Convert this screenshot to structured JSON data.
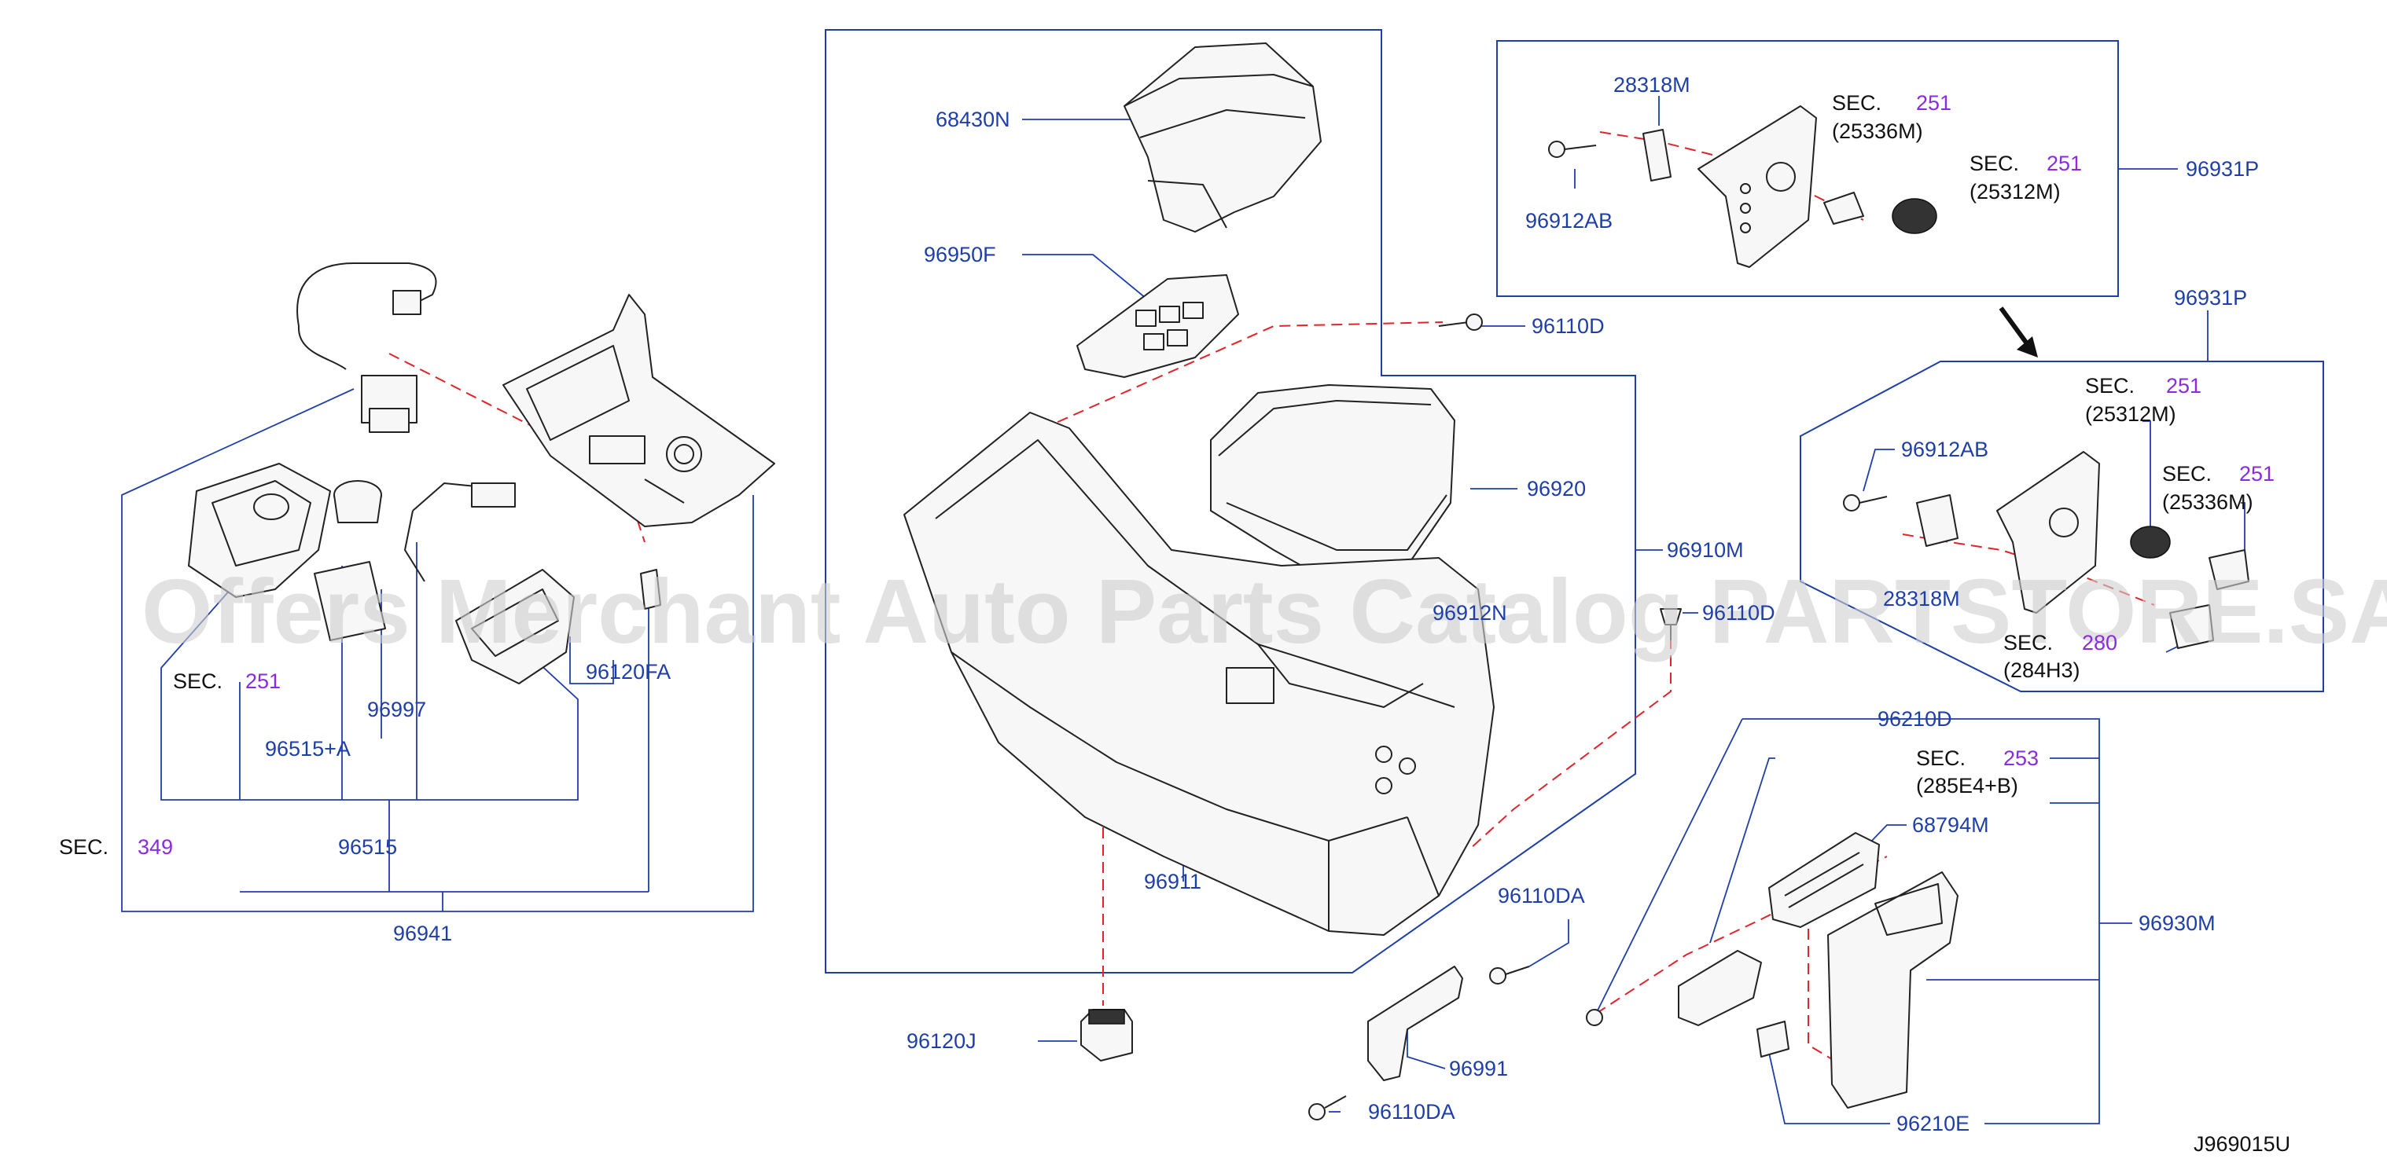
{
  "colors": {
    "part_number": "#1f3fa8",
    "section_ref": "#8a2be2",
    "black_text": "#111111",
    "dashed_line": "#e0242a",
    "line": "#1f3fa8"
  },
  "watermark": "Offers Merchant Auto Parts Catalog PARTSTORE.SA",
  "diagram_id": "J969015U",
  "parts": {
    "p68430N": "68430N",
    "p96950F": "96950F",
    "p96110D_a": "96110D",
    "p96920": "96920",
    "p96910M": "96910M",
    "p96912N": "96912N",
    "p96110D_b": "96110D",
    "p96911": "96911",
    "p96120J": "96120J",
    "p96110DA_a": "96110DA",
    "p96991": "96991",
    "p96110DA_b": "96110DA",
    "p96120FA": "96120FA",
    "p96997": "96997",
    "p96515A": "96515+A",
    "p96515": "96515",
    "p96941": "96941",
    "p28318M_a": "28318M",
    "p96912AB_a": "96912AB",
    "p96931P_a": "96931P",
    "p96931P_b": "96931P",
    "p96912AB_b": "96912AB",
    "p28318M_b": "28318M",
    "p96210D": "96210D",
    "p68794M": "68794M",
    "p96930M": "96930M",
    "p96210E": "96210E"
  },
  "sections": {
    "sec_251_left": {
      "prefix": "SEC.",
      "num": "251"
    },
    "sec_349": {
      "prefix": "SEC.",
      "num": "349"
    },
    "sec_251_top1": {
      "prefix": "SEC.",
      "num": "251",
      "sub": "(25336M)"
    },
    "sec_251_top2": {
      "prefix": "SEC.",
      "num": "251",
      "sub": "(25312M)"
    },
    "sec_251_mid1": {
      "prefix": "SEC.",
      "num": "251",
      "sub": "(25312M)"
    },
    "sec_251_mid2": {
      "prefix": "SEC.",
      "num": "251",
      "sub": "(25336M)"
    },
    "sec_280": {
      "prefix": "SEC.",
      "num": "280",
      "sub": "(284H3)"
    },
    "sec_253": {
      "prefix": "SEC.",
      "num": "253",
      "sub": "(285E4+B)"
    }
  }
}
